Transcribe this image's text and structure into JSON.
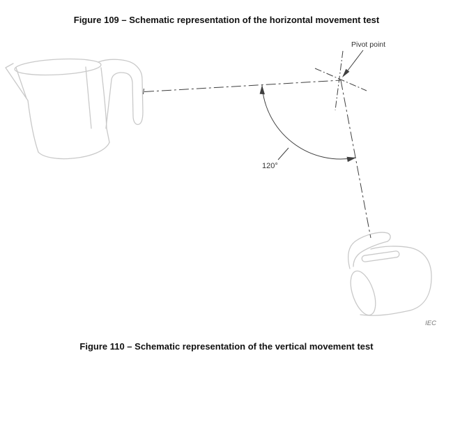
{
  "figures": {
    "top": {
      "caption": "Figure 109 – Schematic representation of the horizontal movement test"
    },
    "bottom": {
      "caption": "Figure 110 – Schematic representation of the vertical movement test"
    }
  },
  "diagram": {
    "pivot_label": "Pivot point",
    "angle_label": "120°",
    "credit": "IEC",
    "colors": {
      "centerline": "#3f3f3f",
      "kettle_outline": "#c9c9c9",
      "caption_text": "#111111",
      "label_text": "#333333",
      "credit_text": "#757575"
    }
  }
}
